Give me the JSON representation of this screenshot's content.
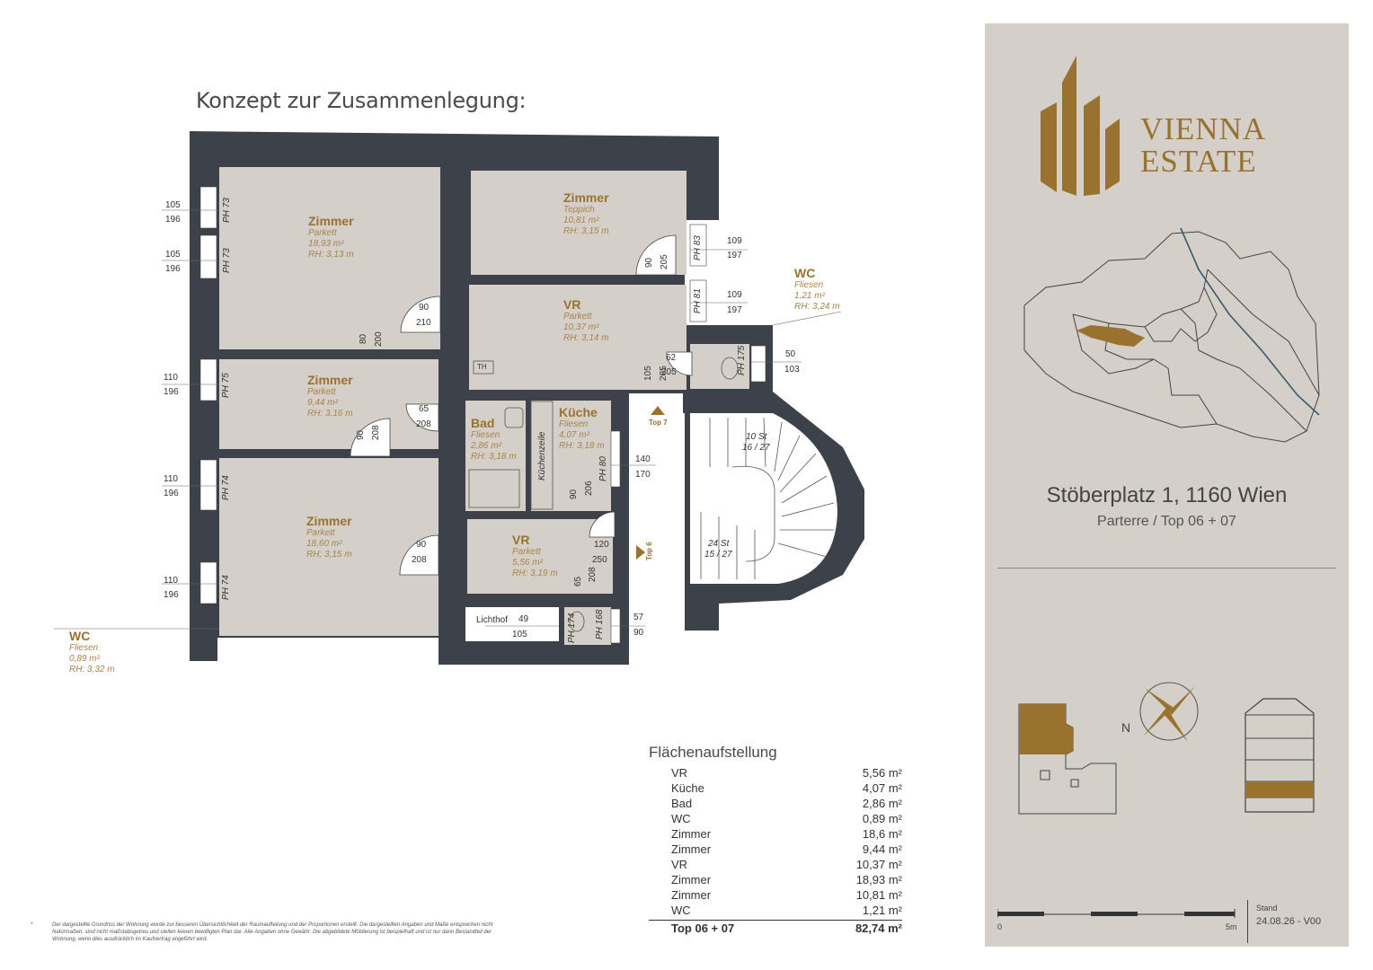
{
  "plan": {
    "title": "Konzept zur Zusammenlegung:",
    "rooms": [
      {
        "id": "zimmer1",
        "name": "Zimmer",
        "floor": "Parkett",
        "area": "18,93  m²",
        "rh": "RH: 3,13  m"
      },
      {
        "id": "zimmer2",
        "name": "Zimmer",
        "floor": "Teppich",
        "area": "10,81  m²",
        "rh": "RH: 3,15  m"
      },
      {
        "id": "vr1",
        "name": "VR",
        "floor": "Parkett",
        "area": "10,37  m²",
        "rh": "RH: 3,14  m"
      },
      {
        "id": "wc1",
        "name": "WC",
        "floor": "Fliesen",
        "area": "1,21  m²",
        "rh": "RH: 3,24  m"
      },
      {
        "id": "zimmer3",
        "name": "Zimmer",
        "floor": "Parkett",
        "area": "9,44  m²",
        "rh": "RH: 3,16  m"
      },
      {
        "id": "bad",
        "name": "Bad",
        "floor": "Fliesen",
        "area": "2,86  m²",
        "rh": "RH: 3,18  m"
      },
      {
        "id": "kueche",
        "name": "Küche",
        "floor": "Fliesen",
        "area": "4,07  m²",
        "rh": "RH: 3,18  m"
      },
      {
        "id": "zimmer4",
        "name": "Zimmer",
        "floor": "Parkett",
        "area": "18,60  m²",
        "rh": "RH: 3,15  m"
      },
      {
        "id": "vr2",
        "name": "VR",
        "floor": "Parkett",
        "area": "5,56  m²",
        "rh": "RH: 3,19  m"
      },
      {
        "id": "wc2",
        "name": "WC",
        "floor": "Fliesen",
        "area": "0,89  m²",
        "rh": "RH: 3,32  m"
      }
    ],
    "window_dims": {
      "w1": [
        "105",
        "196"
      ],
      "w2": [
        "105",
        "196"
      ],
      "w3": [
        "110",
        "196"
      ],
      "w4": [
        "110",
        "196"
      ],
      "w5": [
        "110",
        "196"
      ],
      "w6": [
        "109",
        "197"
      ],
      "w7": [
        "109",
        "197"
      ],
      "w8": [
        "50",
        "103"
      ],
      "w9": [
        "140",
        "170"
      ],
      "w10": [
        "57",
        "90"
      ],
      "w11": [
        "49",
        "105"
      ]
    },
    "ph_labels": {
      "ph73a": "PH 73",
      "ph73b": "PH 73",
      "ph75": "PH 75",
      "ph74a": "PH 74",
      "ph74b": "PH 74",
      "ph83": "PH 83",
      "ph81": "PH 81",
      "ph175": "PH 175",
      "ph80": "PH 80",
      "ph174": "PH 174",
      "ph168": "PH 168"
    },
    "door_dims": {
      "d1": [
        "90",
        "210"
      ],
      "d2": [
        "80",
        "200"
      ],
      "d3": [
        "90",
        "205"
      ],
      "d4": [
        "65",
        "208"
      ],
      "d5": [
        "90",
        "208"
      ],
      "d6": [
        "90",
        "206"
      ],
      "d7": [
        "90",
        "208"
      ],
      "d8": [
        "62",
        "205"
      ],
      "d9": [
        "105",
        "205"
      ],
      "d10": [
        "120",
        "250"
      ],
      "d11": [
        "65",
        "208"
      ]
    },
    "labels": {
      "th": "TH",
      "kuechenzeile": "Küchenzeile",
      "lichthof": "Lichthof",
      "stairs1": "10 St",
      "stairs1b": "16 / 27",
      "stairs2": "24 St",
      "stairs2b": "15 / 27",
      "top7": "Top 7",
      "top6": "Top 6"
    }
  },
  "areas": {
    "title": "Flächenaufstellung",
    "rows": [
      {
        "name": "VR",
        "value": "5,56 m²"
      },
      {
        "name": "Küche",
        "value": "4,07 m²"
      },
      {
        "name": "Bad",
        "value": "2,86 m²"
      },
      {
        "name": "WC",
        "value": "0,89 m²"
      },
      {
        "name": "Zimmer",
        "value": "18,6 m²"
      },
      {
        "name": "Zimmer",
        "value": "9,44 m²"
      },
      {
        "name": "VR",
        "value": "10,37 m²"
      },
      {
        "name": "Zimmer",
        "value": "18,93 m²"
      },
      {
        "name": "Zimmer",
        "value": "10,81 m²"
      },
      {
        "name": "WC",
        "value": "1,21 m²"
      }
    ],
    "total_label": "Top 06 + 07",
    "total_value": "82,74 m²"
  },
  "footnote": {
    "star": "*",
    "text": "Der dargestellte Grundriss der Wohnung wurde zur besseren Übersichtlichkeit der Raumaufteilung und der Proportionen erstellt. Die dargestellten Angaben und Maße entsprechen nicht Naturmaßen, sind nicht maßstabsgetreu und stellen keinen bewilligten Plan dar. Alle Angaben ohne Gewähr. Die abgebildete Möblierung ist beispielhaft und ist nur dann Bestandteil der Wohnung, wenn dies ausdrücklich im Kaufvertrag angeführt wird."
  },
  "panel": {
    "brand_line1": "VIENNA",
    "brand_line2": "ESTATE",
    "address": "Stöberplatz 1, 1160 Wien",
    "floor": "Parterre / Top 06 + 07",
    "compass_n": "N",
    "scale_start": "0",
    "scale_end": "5m",
    "stand_label": "Stand",
    "stand_value": "24.08.26 - V00"
  },
  "colors": {
    "wall": "#3d424a",
    "room": "#d4cfc8",
    "accent": "#9a7230",
    "panel": "#d4cfc8"
  }
}
